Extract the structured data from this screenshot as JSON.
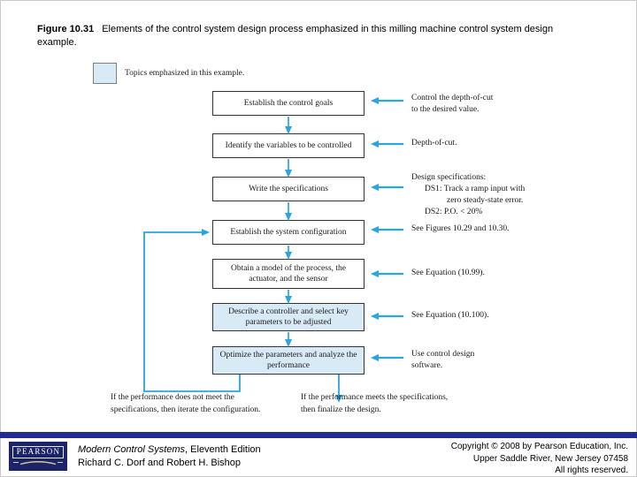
{
  "colors": {
    "arrow": "#2aa5de",
    "highlight_fill": "#d9eaf7",
    "box_border": "#333333",
    "footer_bar": "#232c94",
    "logo_background": "#1b2468",
    "logo_swoosh": "#d8c88e"
  },
  "caption": {
    "number": "Figure 10.31",
    "text": "Elements of the control system design process emphasized in this milling machine control system design example."
  },
  "legend": {
    "label": "Topics emphasized in this example."
  },
  "flowchart": {
    "steps": [
      {
        "label": "Establish the control goals",
        "highlighted": false
      },
      {
        "label": "Identify the variables to be controlled",
        "highlighted": false
      },
      {
        "label": "Write the specifications",
        "highlighted": false
      },
      {
        "label": "Establish the system configuration",
        "highlighted": false
      },
      {
        "label": "Obtain a model of the process, the actuator, and the sensor",
        "highlighted": false
      },
      {
        "label": "Describe a controller and select key parameters to be adjusted",
        "highlighted": true
      },
      {
        "label": "Optimize the parameters and analyze the performance",
        "highlighted": true
      }
    ],
    "iterate_note": {
      "lines": [
        "If the performance does not meet the",
        "specifications, then iterate the configuration."
      ]
    },
    "finalize_note": {
      "lines": [
        "If the performance meets the specifications,",
        "then finalize the design."
      ]
    }
  },
  "annotations": [
    {
      "lines": [
        "Control the depth-of-cut",
        "to the desired value."
      ]
    },
    {
      "lines": [
        "Depth-of-cut."
      ]
    },
    {
      "lines": [
        "Design specifications:",
        "DS1: Track a ramp input with",
        "zero steady-state error.",
        "DS2: P.O. < 20%"
      ]
    },
    {
      "lines": [
        "See Figures 10.29 and 10.30."
      ]
    },
    {
      "lines": [
        "See Equation (10.99)."
      ]
    },
    {
      "lines": [
        "See Equation (10.100)."
      ]
    },
    {
      "lines": [
        "Use control design",
        "software."
      ]
    }
  ],
  "footer": {
    "logo_text": "PEARSON",
    "title_italic": "Modern Control Systems",
    "title_rest": ", Eleventh Edition",
    "authors": "Richard C. Dorf and Robert H. Bishop",
    "copyright_lines": [
      "Copyright © 2008 by Pearson Education, Inc.",
      "Upper Saddle River, New Jersey 07458",
      "All rights reserved."
    ]
  }
}
